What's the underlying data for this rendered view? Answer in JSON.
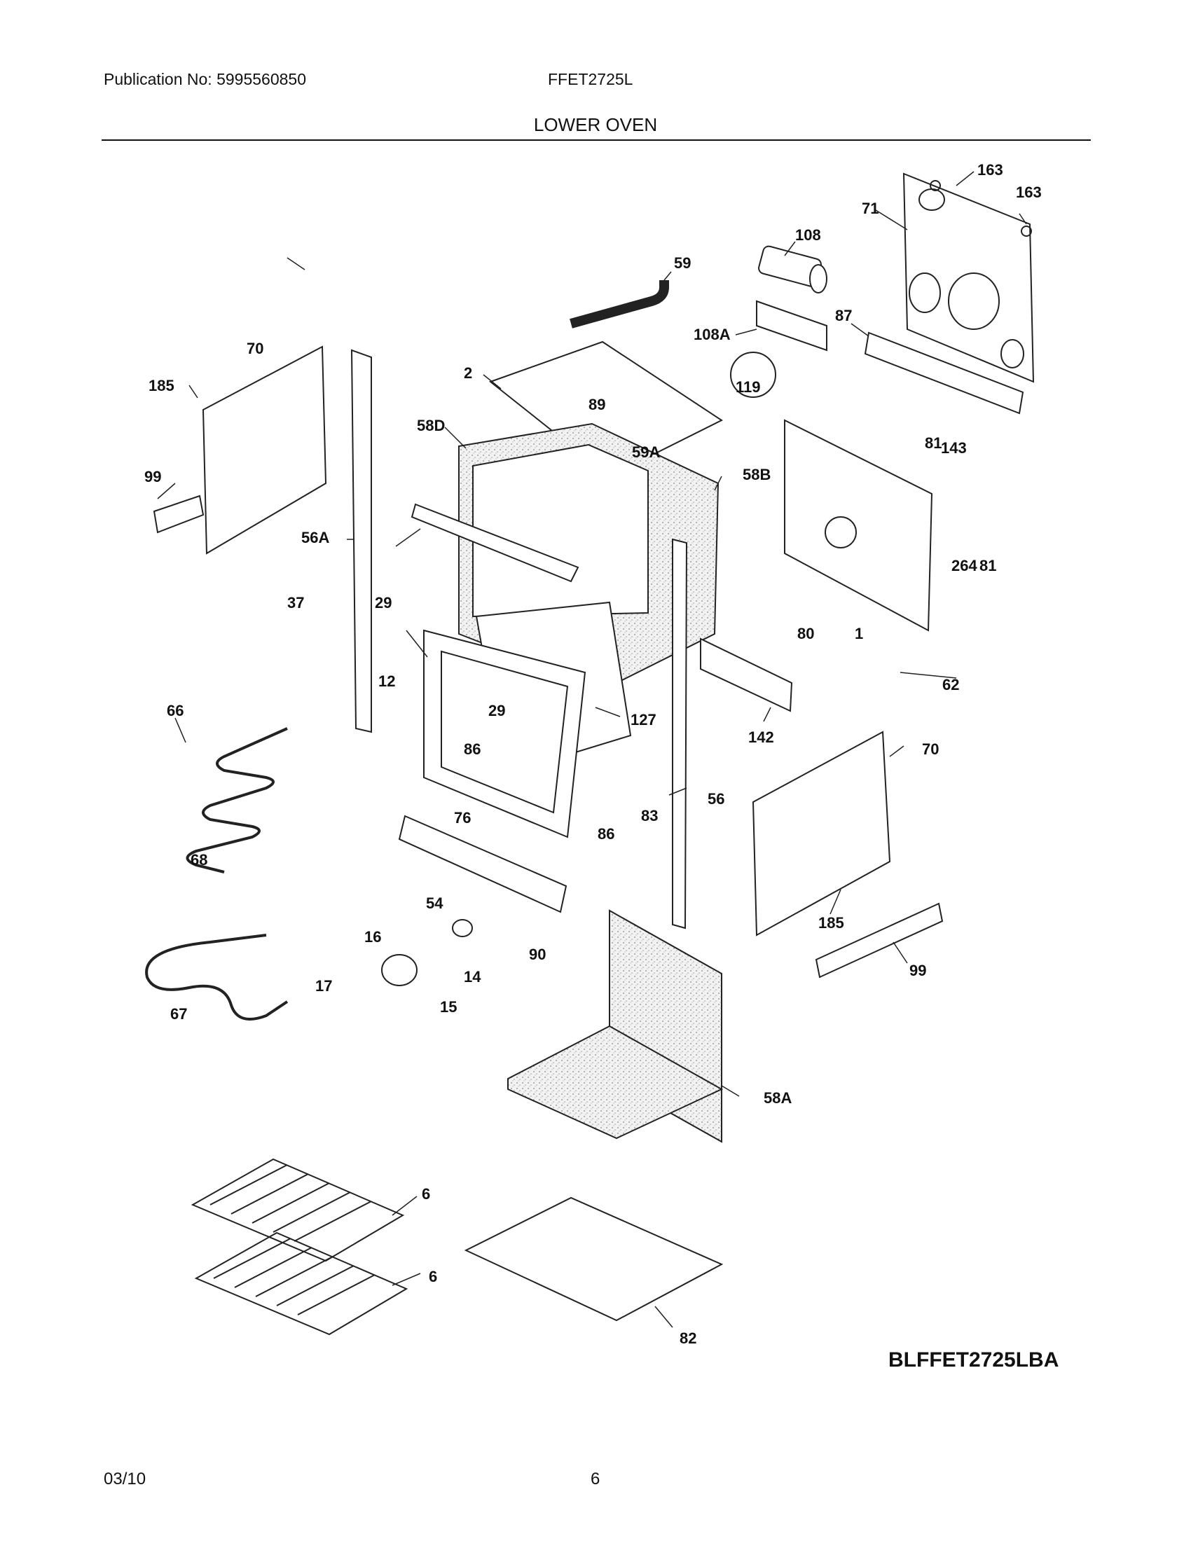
{
  "header": {
    "publication": "Publication No: 5995560850",
    "model": "FFET2725L",
    "title": "LOWER OVEN"
  },
  "diagram": {
    "callouts": [
      "163",
      "163",
      "71",
      "108",
      "59",
      "87",
      "108A",
      "70",
      "185",
      "2",
      "119",
      "89",
      "58D",
      "81",
      "143",
      "59A",
      "58B",
      "99",
      "56A",
      "264",
      "81",
      "37",
      "29",
      "80",
      "1",
      "12",
      "62",
      "66",
      "29",
      "127",
      "142",
      "86",
      "70",
      "56",
      "76",
      "83",
      "86",
      "68",
      "185",
      "54",
      "16",
      "14",
      "90",
      "99",
      "17",
      "15",
      "67",
      "58A",
      "6",
      "6",
      "82"
    ],
    "drawing_code": "BLFFET2725LBA"
  },
  "footer": {
    "date": "03/10",
    "page": "6"
  }
}
